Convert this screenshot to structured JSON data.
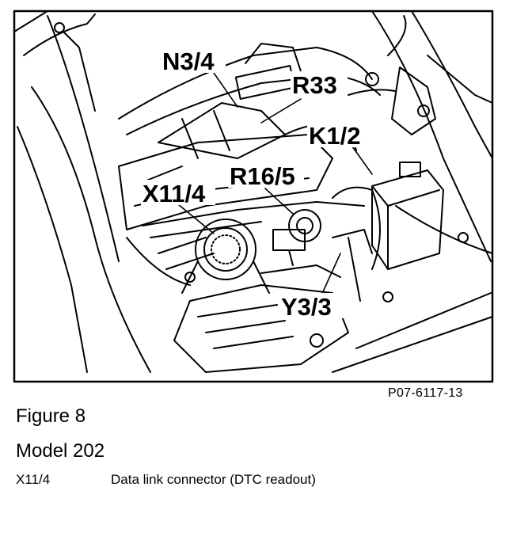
{
  "callouts": {
    "n3_4": "N3/4",
    "r33": "R33",
    "k1_2": "K1/2",
    "r16_5": "R16/5",
    "x11_4": "X11/4",
    "y3_3": "Y3/3"
  },
  "figure_ref": "P07-6117-13",
  "caption": {
    "title": "Figure 8",
    "model": "Model 202"
  },
  "legend": [
    {
      "code": "X11/4",
      "description": "Data link connector (DTC readout)"
    }
  ]
}
